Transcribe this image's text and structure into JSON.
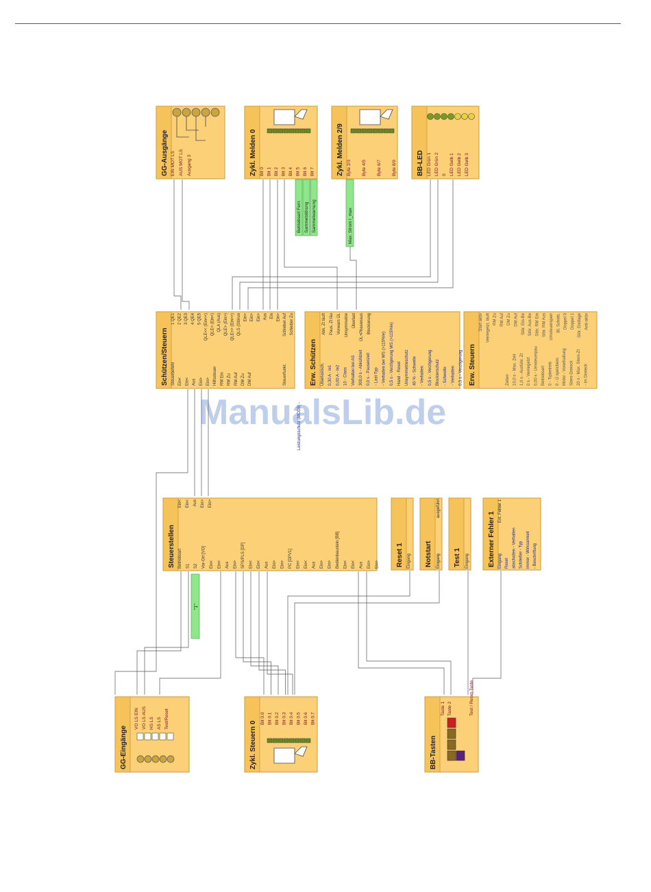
{
  "watermark": "ManualsLib.de",
  "colors": {
    "block_fill": "#fcd076",
    "block_edge": "#c89a3a",
    "header_fill": "#f6c25a",
    "green_box": "#8ee88a",
    "wire": "#555555"
  },
  "blocks": {
    "gg_ausgaenge": {
      "title": "GG-Ausgänge",
      "pins": [
        "EIN MOT LS",
        "AUS MOT LS",
        "Ausgang 3"
      ]
    },
    "zykl_melden0": {
      "title": "Zykl. Melden 0",
      "pins": [
        "Bit 0",
        "Bit 1",
        "Bit 2",
        "Bit 3",
        "Bit 4",
        "Bit 5",
        "Bit 6",
        "Bit 7"
      ]
    },
    "zykl_melden29": {
      "title": "Zykl. Melden 2/9",
      "pins": [
        "Byte 2/3",
        "Byte 4/5",
        "Byte 6/7",
        "Byte 8/9"
      ]
    },
    "bb_led": {
      "title": "BB-LED",
      "pins": [
        "LED Grün 1",
        "LED Grün 2",
        "0",
        "LED Gelb 1",
        "LED Gelb 2",
        "LED Gelb 3"
      ]
    },
    "schuetzen": {
      "title": "Schützen/Steuern",
      "left": [
        "Steuerbefehl",
        "Ein<",
        "Ein<",
        "Aus",
        "Ein>",
        "Ein>",
        "Hilfssteuer",
        "RM Ein",
        "RM Zu",
        "RM Auf",
        "DM Zu",
        "DM Auf",
        "",
        "",
        "",
        "",
        "Steuerfunkt."
      ],
      "right": [
        "1 QE1",
        "2 QE2",
        "3 QE3",
        "4 QE4",
        "5 QE5",
        "QLE<< (Ein<<)",
        "QLE< (Ein<)",
        "QLA (Aus)",
        "QLE> (Ein>)",
        "QLE>> (Ein>>)",
        "QLS (Störun",
        "Ein>",
        "Ein>",
        "Ein>",
        "Aus",
        "Ein",
        "Ein>",
        "Schieber Auf",
        "Schieber Zu"
      ],
      "side": "Leistungsschutz (MCCB) - "
    },
    "erw_schuetzen": {
      "title": "Erw. Schützen",
      "left": [
        "Überlastsch.",
        "0,30 A - Ie1",
        "0,00 A - Ie2",
        "10 - Class",
        "Verhalten bei AS",
        "300,0 s - Abkühlzeit",
        "0,0 s - Pausenzeit",
        "- Last-Typ",
        "- Verhalten bei WS (>115%Ie)",
        "0,5 s - Verzögerung WS (>115%Ie)",
        "Hand - Reset",
        "Unsymmetrieschutz",
        "40 % - Schwelle",
        "- Verhalten",
        "0,5 s - Verzögerung",
        "Blockierschutz",
        "- Schwelle",
        "- Verhalten",
        "0,5 s - Verzögerung"
      ],
      "right": [
        "Abk. Zt läuft",
        "Paus. Zt läu",
        "Vorwarn ÜL",
        "Unsymmetrie",
        "Überlast",
        "ÜL+Phasenaus",
        "Blockierung"
      ]
    },
    "erw_steuern": {
      "title": "Erw. Steuern",
      "left": [
        "Zeiten",
        "10,0 s - Max. Zeit",
        "1,0 s - Ausführ. Zt",
        "0 s - Verriegelzt",
        "0,00 s - Umsteuerpau",
        "Betriebsart",
        "0 - Tipbetrieb",
        "0 - Ü speichern",
        "Motor - Vorerhaltung",
        "Stern-Dreieck",
        "20 s - Max. Stern-Zt",
        "- im Dreieck"
      ],
      "right": [
        "Start aktiv",
        "Verriegelzt. läuft",
        "RM Zu",
        "RM Auf",
        "DM Zu",
        "DM Auf",
        "Stör. Ein-Be",
        "Stör. Aus-Be",
        "Stör. RM Ein",
        "Stör. RM Aus",
        "Umsteuersperr",
        "Bl. Schieb.",
        "Doppel 0",
        "Doppel 1",
        "Stör. Endlage",
        "Anti-aktiv"
      ]
    },
    "steuerstellen": {
      "title": "Steuerstellen",
      "left": [
        "Betriebsart",
        "S1",
        "S2",
        "Vor-Ort [VO]",
        "Ein<",
        "Ein<",
        "Aus",
        "Ein>",
        "SPS/PLS [DP]",
        "Ein<",
        "Ein<",
        "Aus",
        "Ein>",
        "Ein>",
        "PC [DPV1]",
        "Ein<",
        "Ein<",
        "Aus",
        "Ein>",
        "Ein>",
        "Bedienbaustein [BB]",
        "Ein<",
        "Ein<",
        "Aus",
        "Ein>",
        "Ein>"
      ],
      "right": [
        "Ein<",
        "Ein<",
        "Aus",
        "Ein>",
        "Ein>"
      ]
    },
    "reset1": {
      "title": "Reset 1",
      "pins": [
        "Eingang"
      ]
    },
    "notstart": {
      "title": "Notstart",
      "pins": [
        "Eingang",
        "ausgeführt"
      ]
    },
    "test1": {
      "title": "Test 1",
      "pins": [
        "Eingang"
      ]
    },
    "ext_fehler1": {
      "title": "Externer Fehler 1",
      "left": [
        "Eingang",
        "Reset",
        "abschalten - Verhalten",
        "Schließer - Typ",
        "immer - Wirksamkeit",
        "- Beschriftung"
      ],
      "right": [
        "Ext. Fehler 1"
      ]
    },
    "gg_eingaenge": {
      "title": "GG-Eingänge",
      "pins": [
        "VO LS EIN",
        "VO LS AUS",
        "HS LS",
        "AS LS",
        "Test/Reset"
      ]
    },
    "zykl_steuern0": {
      "title": "Zykl. Steuern 0",
      "pins": [
        "Bit 0.0",
        "Bit 0.1",
        "Bit 0.2",
        "Bit 0.3",
        "Bit 0.4",
        "Bit 0.5",
        "Bit 0.6",
        "Bit 0.7"
      ]
    },
    "bb_tasten": {
      "title": "BB-Tasten",
      "pins": [
        "Taste 1",
        "Taste 2",
        "Test / Reset-Taste"
      ]
    }
  },
  "green_labels": {
    "melden_bits": [
      "Betriebsart Fern",
      "Sammelstörung",
      "Sammelwarnung"
    ],
    "max_strom": "Max. Strom I_max",
    "vo_one": "\"1\""
  }
}
